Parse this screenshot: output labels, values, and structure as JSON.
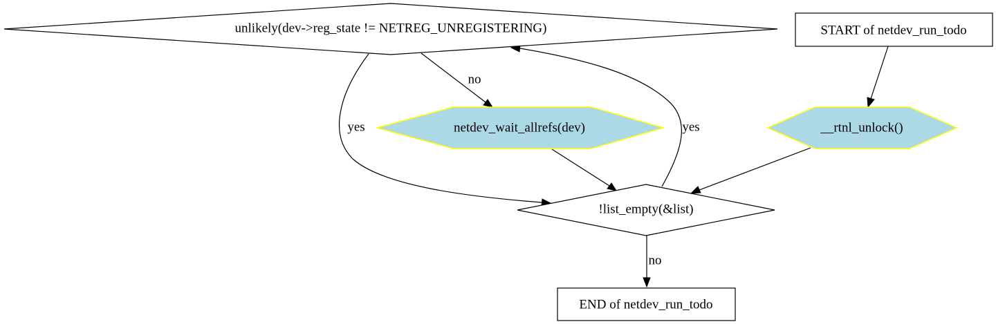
{
  "colors": {
    "process_fill": "#add8e6",
    "process_stroke": "#ffff00",
    "line": "#000000"
  },
  "nodes": {
    "start": "START of netdev_run_todo",
    "rtnl_unlock": "__rtnl_unlock()",
    "list_empty": "!list_empty(&list)",
    "reg_state": "unlikely(dev->reg_state != NETREG_UNREGISTERING)",
    "wait_allrefs": "netdev_wait_allrefs(dev)",
    "end": "END of netdev_run_todo"
  },
  "edges": {
    "loop_yes": "yes",
    "reg_no": "no",
    "reg_yes": "yes",
    "list_no": "no"
  }
}
